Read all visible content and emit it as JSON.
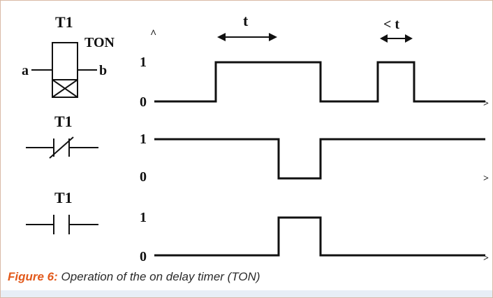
{
  "figure": {
    "caption_label": "Figure 6:",
    "caption_text": "Operation of the on delay timer (TON)"
  },
  "symbols": {
    "timer_name": "T1",
    "timer_type": "TON",
    "input_label": "a",
    "output_label": "b",
    "nc_contact_name": "T1",
    "no_contact_name": "T1"
  },
  "axis": {
    "up_arrow": "^",
    "right_arrow": ">",
    "high": "1",
    "low": "0"
  },
  "annotations": {
    "delay": "t",
    "short_pulse": "< t"
  },
  "signals": {
    "input": "0 → 1 (hold ≥ t) → 0 → 1 (< t) → 0",
    "nc_contact": "1 → 0 after delay t → 1",
    "no_contact": "0 → 1 after delay t → 0"
  },
  "colors": {
    "line": "#111111",
    "caption_label": "#e2591b",
    "frame": "#d9b9a6"
  }
}
